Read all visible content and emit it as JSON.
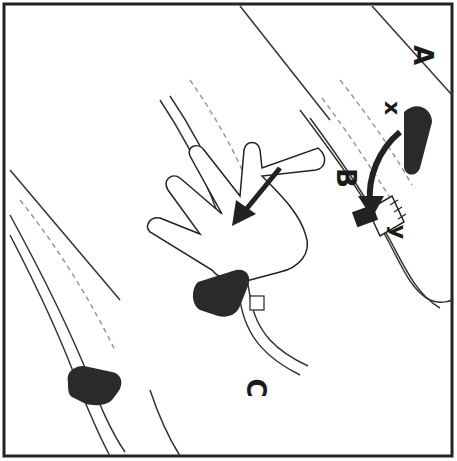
{
  "diagram": {
    "labels": [
      "A",
      "x",
      "y",
      "B",
      "C"
    ]
  }
}
